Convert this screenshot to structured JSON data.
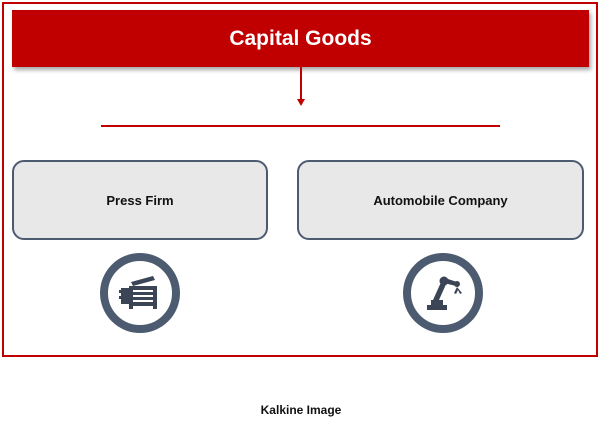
{
  "diagram": {
    "root": "Capital Goods",
    "children": [
      {
        "label": "Press Firm",
        "icon": "printing-press-icon"
      },
      {
        "label": "Automobile Company",
        "icon": "robotic-arm-icon"
      }
    ]
  },
  "caption": "Kalkine Image",
  "colors": {
    "accent": "#c00000",
    "box_border": "#4d5b70",
    "box_fill": "#e8e8e8"
  }
}
